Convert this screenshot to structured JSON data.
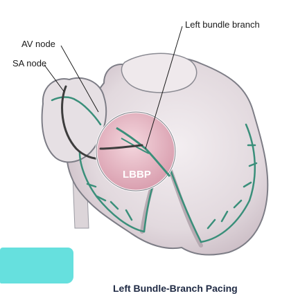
{
  "labels": {
    "sa_node": "SA node",
    "av_node": "AV node",
    "left_bundle_branch": "Left bundle branch",
    "lbbp": "LBBP"
  },
  "caption": "Left Bundle-Branch Pacing",
  "colors": {
    "heart_outline": "#8a8a92",
    "heart_fill": "#e8e3e6",
    "heart_shadow": "#cfc4cb",
    "conduction": "#3a8f7a",
    "magnified_fill": "#e9b9c6",
    "lead": "#3d3d3d",
    "teal_block": "#66e0de"
  }
}
